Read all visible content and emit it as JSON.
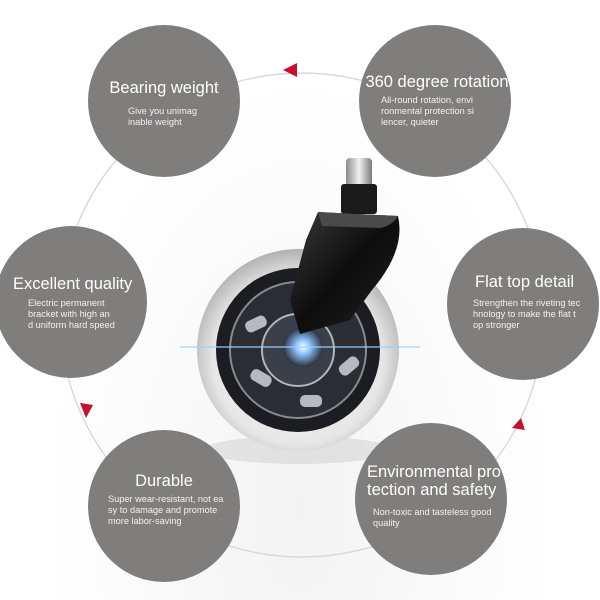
{
  "features": [
    {
      "title": "Bearing weight",
      "desc": "Give you unimag\ninable weight"
    },
    {
      "title": "360 degree rotation",
      "desc": "All-round rotation, envi\nronmental protection si\nlencer, quieter"
    },
    {
      "title": "Excellent quality",
      "desc": "Electric permanent\nbracket with high an\nd uniform hard speed"
    },
    {
      "title": "Flat top detail",
      "desc": "Strengthen the riveting tec\nhnology to make the flat t\nop stronger"
    },
    {
      "title": "Durable",
      "desc": "Super wear-resistant, not ea\nsy to damage and promote\nmore labor-saving"
    },
    {
      "title": "Environmental pro\ntection and safety",
      "desc": "Non-toxic and tasteless good\nquality"
    }
  ],
  "colors": {
    "bubble": "#807e7c",
    "arrow": "#c8102e",
    "ring": "#d6d6d6"
  },
  "product_icon": "office-chair-caster-wheel"
}
